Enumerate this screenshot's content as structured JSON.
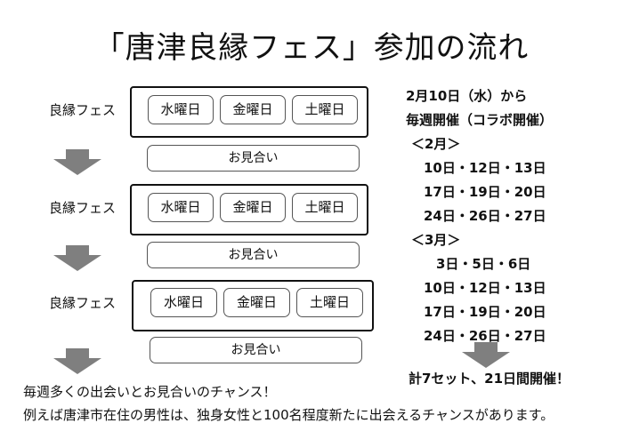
{
  "title": "「唐津良縁フェス」参加の流れ",
  "blocks": [
    {
      "label": "良縁フェス",
      "days": [
        "水曜日",
        "金曜日",
        "土曜日"
      ],
      "omiai": "お見合い"
    },
    {
      "label": "良縁フェス",
      "days": [
        "水曜日",
        "金曜日",
        "土曜日"
      ],
      "omiai": "お見合い"
    },
    {
      "label": "良縁フェス",
      "days": [
        "水曜日",
        "金曜日",
        "土曜日"
      ],
      "omiai": "お見合い"
    }
  ],
  "schedule": {
    "lines": [
      "2月10日（水）から",
      "毎週開催（コラボ開催）",
      "＜2月＞",
      "10日・12日・13日",
      "17日・19日・20日",
      "24日・26日・27日",
      "＜3月＞",
      "3日・5日・6日",
      "10日・12日・13日",
      "17日・19日・20日",
      "24日・26日・27日"
    ],
    "total": "計7セット、21日間開催！"
  },
  "footer": {
    "line1": "毎週多くの出会いとお見合いのチャンス！",
    "line2": "例えば唐津市在住の男性は、独身女性と100名程度新たに出会えるチャンスがあります。"
  },
  "colors": {
    "arrow": "#7f7f7f",
    "border": "#111111"
  }
}
